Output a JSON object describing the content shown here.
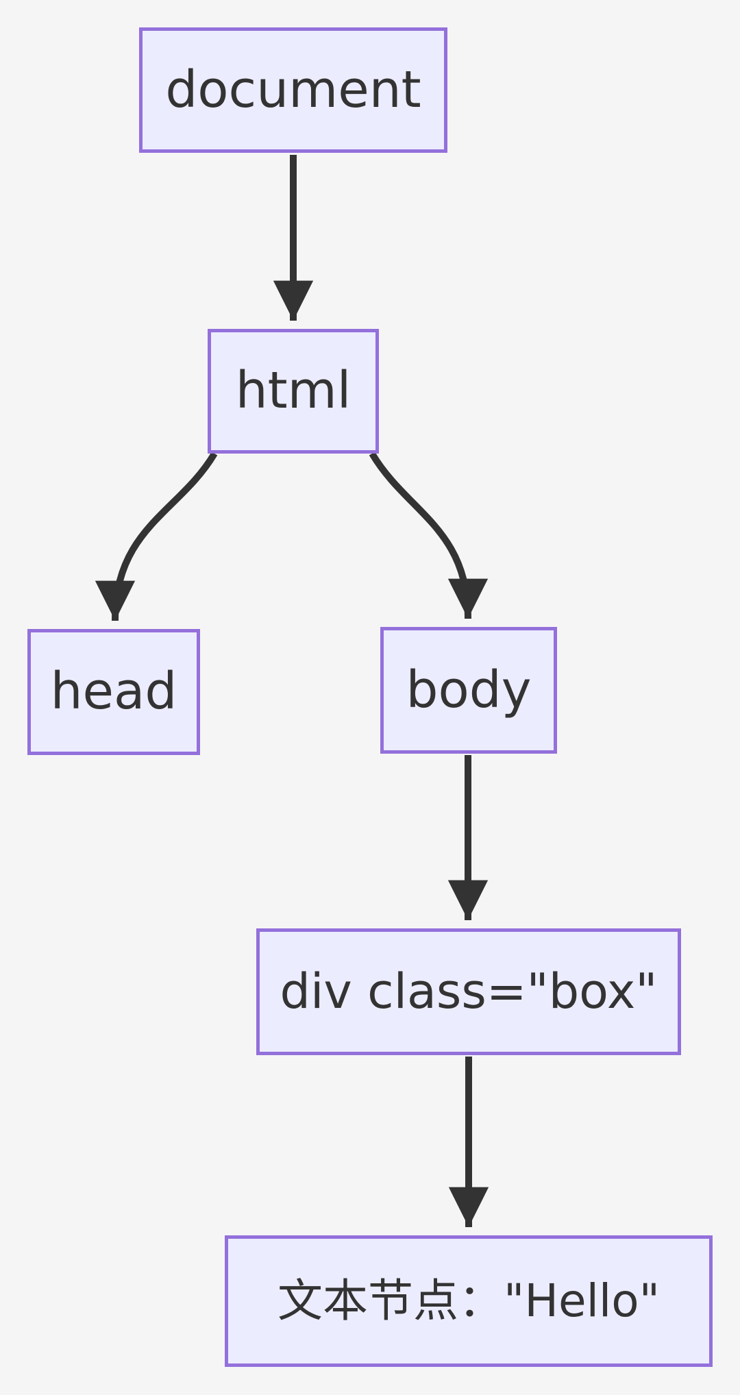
{
  "diagram": {
    "type": "flowchart",
    "direction": "top-down",
    "title_visible": false,
    "colors": {
      "background": "#f6f5f5",
      "node_fill": "#ECECFF",
      "node_border": "#9370DB",
      "edge": "#333333",
      "text": "#333333"
    },
    "nodes": {
      "document": {
        "label": "document"
      },
      "html": {
        "label": "html"
      },
      "head": {
        "label": "head"
      },
      "body": {
        "label": "body"
      },
      "divbox": {
        "label": "div class=\"box\""
      },
      "textnode": {
        "label": "文本节点：\"Hello\""
      }
    },
    "edges": [
      {
        "from": "document",
        "to": "html"
      },
      {
        "from": "html",
        "to": "head"
      },
      {
        "from": "html",
        "to": "body"
      },
      {
        "from": "body",
        "to": "divbox"
      },
      {
        "from": "divbox",
        "to": "textnode"
      }
    ]
  }
}
